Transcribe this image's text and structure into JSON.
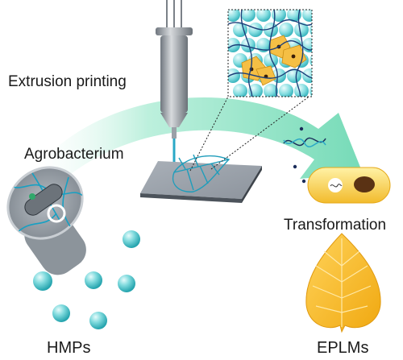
{
  "labels": {
    "extrusion_printing": "Extrusion printing",
    "agrobacterium": "Agrobacterium",
    "transformation": "Transformation",
    "hmps": "HMPs",
    "eplms": "EPLMs"
  },
  "colors": {
    "arrow": "#8fe0c3",
    "microsphere": "#3fc1c9",
    "hydrogel_network": "#1c3f7a",
    "plant_cell": "#f0b73c",
    "leaf": "#f5b820",
    "platform": "#5a6470",
    "syringe": "#8e959d",
    "bacterium": "#f2c43d"
  },
  "icons": [
    "syringe-icon",
    "printing-platform-icon",
    "printed-leaf-icon",
    "inset-zoom-icon",
    "dna-icon",
    "agrobacterium-cell-icon",
    "eplm-leaf-icon",
    "hydrogel-microsphere-icon"
  ]
}
